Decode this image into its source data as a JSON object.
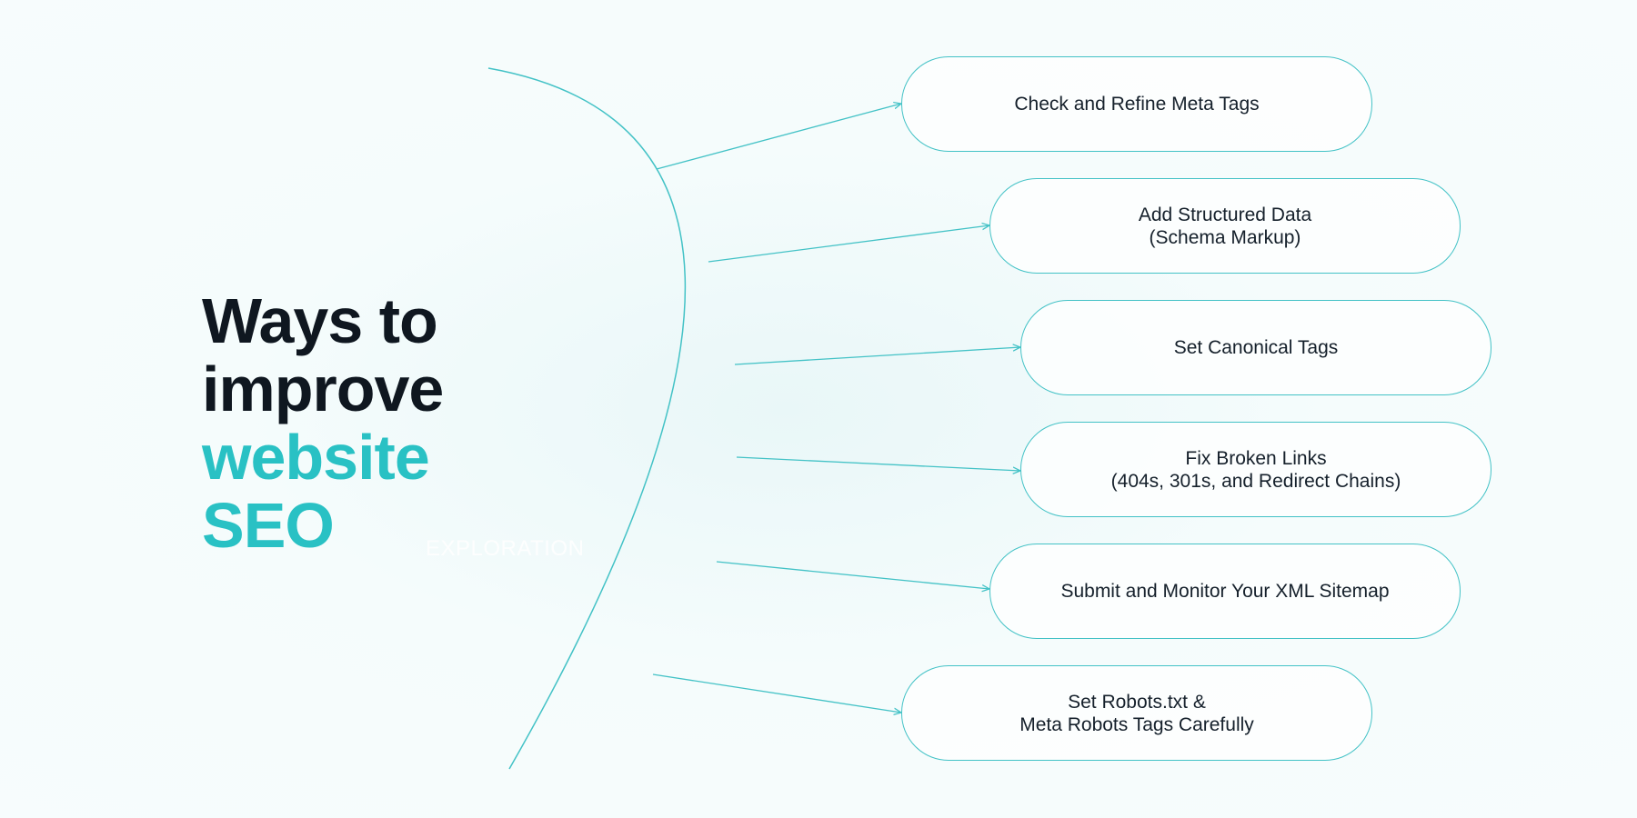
{
  "title": {
    "line1": "Ways to",
    "line2": "improve",
    "line3": "website",
    "line4": "SEO"
  },
  "faint_label": "EXPLORATION",
  "items": [
    {
      "label": "Check and Refine Meta Tags"
    },
    {
      "label": "Add Structured Data\n(Schema Markup)"
    },
    {
      "label": "Set Canonical Tags"
    },
    {
      "label": "Fix Broken Links\n(404s, 301s, and Redirect Chains)"
    },
    {
      "label": "Submit and Monitor Your XML Sitemap"
    },
    {
      "label": "Set Robots.txt &\nMeta Robots Tags Carefully"
    }
  ],
  "colors": {
    "accent": "#29c1c4",
    "line": "#43c2c6",
    "text_dark": "#0f1720"
  }
}
